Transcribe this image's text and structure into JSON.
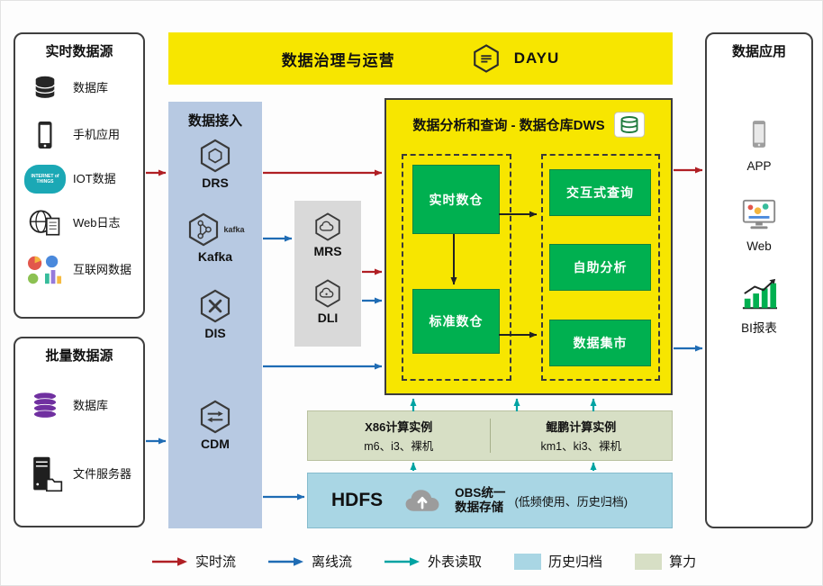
{
  "banner": {
    "title": "数据治理与运营",
    "logo_text": "DAYU"
  },
  "realtime_sources": {
    "title": "实时数据源",
    "items": [
      {
        "label": "数据库",
        "icon": "database-icon"
      },
      {
        "label": "手机应用",
        "icon": "mobile-phone-icon"
      },
      {
        "label": "IOT数据",
        "icon": "iot-icon",
        "icon_text": "INTERNET of THINGS"
      },
      {
        "label": "Web日志",
        "icon": "web-log-icon"
      },
      {
        "label": "互联网数据",
        "icon": "internet-data-icon"
      }
    ]
  },
  "batch_sources": {
    "title": "批量数据源",
    "items": [
      {
        "label": "数据库",
        "icon": "database-stack-icon"
      },
      {
        "label": "文件服务器",
        "icon": "file-server-icon"
      }
    ]
  },
  "ingestion": {
    "title": "数据接入",
    "services": [
      {
        "name": "DRS",
        "icon": "drs-hexagon-icon"
      },
      {
        "name": "Kafka",
        "icon": "kafka-hexagon-icon",
        "logo_text": "kafka"
      },
      {
        "name": "DIS",
        "icon": "dis-hexagon-icon"
      },
      {
        "name": "CDM",
        "icon": "cdm-hexagon-icon"
      }
    ]
  },
  "lake_services": {
    "items": [
      {
        "name": "MRS",
        "icon": "mrs-hexagon-icon"
      },
      {
        "name": "DLI",
        "icon": "dli-hexagon-icon"
      }
    ]
  },
  "dws": {
    "title": "数据分析和查询 - 数据仓库DWS",
    "warehouses": [
      {
        "label": "实时数仓"
      },
      {
        "label": "标准数仓"
      }
    ],
    "analytics": [
      {
        "label": "交互式查询"
      },
      {
        "label": "自助分析"
      },
      {
        "label": "数据集市"
      }
    ]
  },
  "compute": {
    "x86": {
      "title": "X86计算实例",
      "instances": "m6、i3、裸机"
    },
    "kunpeng": {
      "title": "鲲鹏计算实例",
      "instances": "km1、ki3、裸机"
    }
  },
  "storage": {
    "hdfs_label": "HDFS",
    "obs_line1": "OBS统一",
    "obs_line2": "数据存储",
    "obs_note": "(低频使用、历史归档)"
  },
  "applications": {
    "title": "数据应用",
    "items": [
      {
        "label": "APP",
        "icon": "app-phone-icon"
      },
      {
        "label": "Web",
        "icon": "web-browser-icon"
      },
      {
        "label": "BI报表",
        "icon": "bi-report-icon"
      }
    ]
  },
  "legend": {
    "items": [
      {
        "label": "实时流",
        "kind": "arrow",
        "color": "#b01f24"
      },
      {
        "label": "离线流",
        "kind": "arrow",
        "color": "#1f6cb4"
      },
      {
        "label": "外表读取",
        "kind": "arrow",
        "color": "#00a3a3"
      },
      {
        "label": "历史归档",
        "kind": "swatch",
        "color": "#a9d6e4"
      },
      {
        "label": "算力",
        "kind": "swatch",
        "color": "#d7dfc5"
      }
    ]
  },
  "colors": {
    "highlight_yellow": "#f7e600",
    "service_green": "#00b050",
    "ingest_blue": "#b7c9e2",
    "lake_gray": "#d9d9d9",
    "compute_bg": "#d7dfc5",
    "storage_bg": "#a9d6e4",
    "realtime_flow": "#b01f24",
    "offline_flow": "#1f6cb4",
    "external_read": "#00a3a3"
  }
}
